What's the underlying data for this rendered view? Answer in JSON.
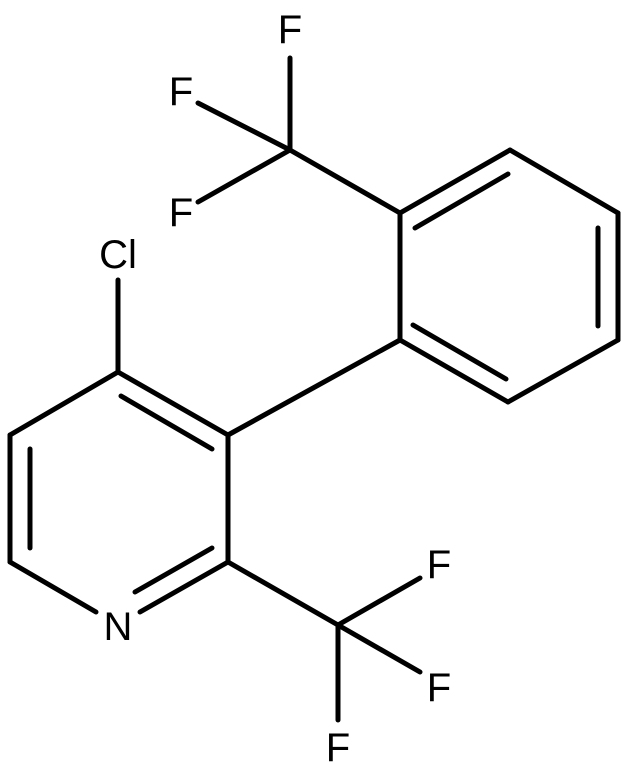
{
  "molecule": {
    "atom_labels": {
      "chlorine": "Cl",
      "nitrogen": "N",
      "fluorine_top_1": "F",
      "fluorine_top_2": "F",
      "fluorine_top_3": "F",
      "fluorine_bottom_1": "F",
      "fluorine_bottom_2": "F",
      "fluorine_bottom_3": "F"
    },
    "colors": {
      "bond": "#000000",
      "label": "#000000",
      "background": "#ffffff"
    }
  }
}
